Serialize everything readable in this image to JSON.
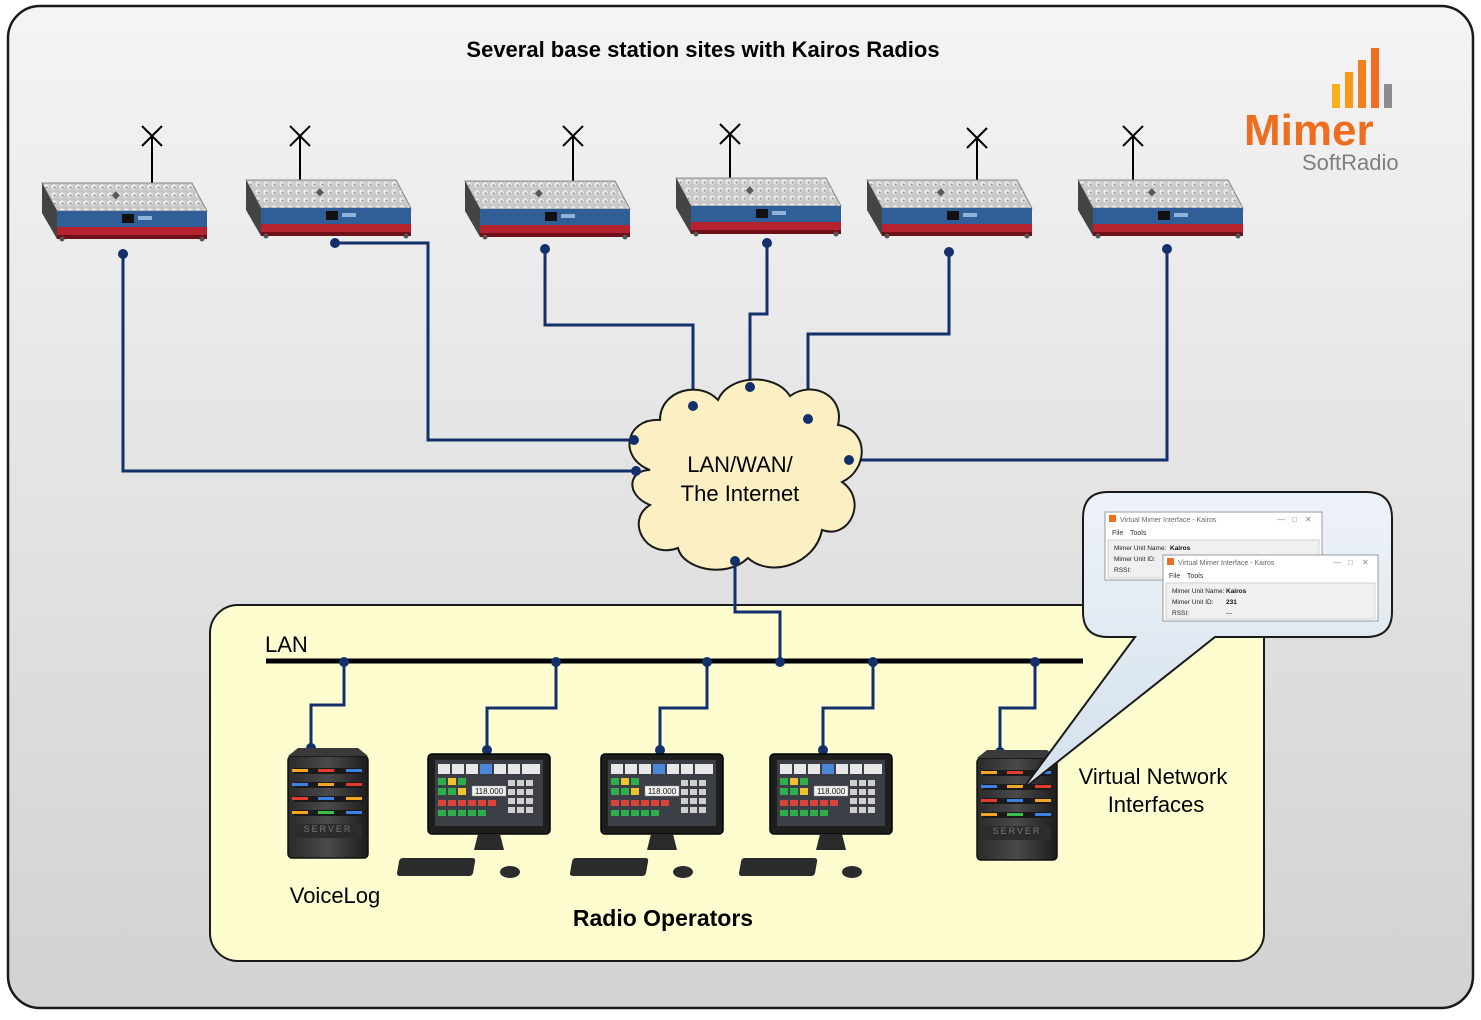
{
  "title": "Several base station sites with Kairos Radios",
  "logo": {
    "brand": "Mimer",
    "sub": "SoftRadio"
  },
  "cloud_label": {
    "line1": "LAN/WAN/",
    "line2": "The Internet"
  },
  "lan_label": "LAN",
  "voicelog_label": "VoiceLog",
  "operators_label": "Radio Operators",
  "vni_label": {
    "line1": "Virtual Network",
    "line2": "Interfaces"
  },
  "console_display": "118.000",
  "server_text": "SERVER",
  "popup": {
    "window1": {
      "title": "Virtual Mimer Interface - Kairos",
      "menu": [
        "File",
        "Tools"
      ],
      "fields": [
        {
          "label": "Mimer Unit Name:",
          "value": "Kairos"
        },
        {
          "label": "Mimer Unit ID:",
          "value": ""
        },
        {
          "label": "RSSI:",
          "value": ""
        }
      ]
    },
    "window2": {
      "title": "Virtual Mimer Interface - Kairos",
      "menu": [
        "File",
        "Tools"
      ],
      "fields": [
        {
          "label": "Mimer Unit Name:",
          "value": "Kairos"
        },
        {
          "label": "Mimer Unit ID:",
          "value": "231"
        },
        {
          "label": "RSSI:",
          "value": "---"
        }
      ]
    }
  },
  "colors": {
    "link": "#13306b",
    "cloud": "#fcefc4",
    "lan_area": "#fdfdd0",
    "logo_orange": "#ef6d1f",
    "logo_gray": "#7f7f7f",
    "radio_blue": "#2f5f96",
    "radio_red": "#b52230"
  }
}
